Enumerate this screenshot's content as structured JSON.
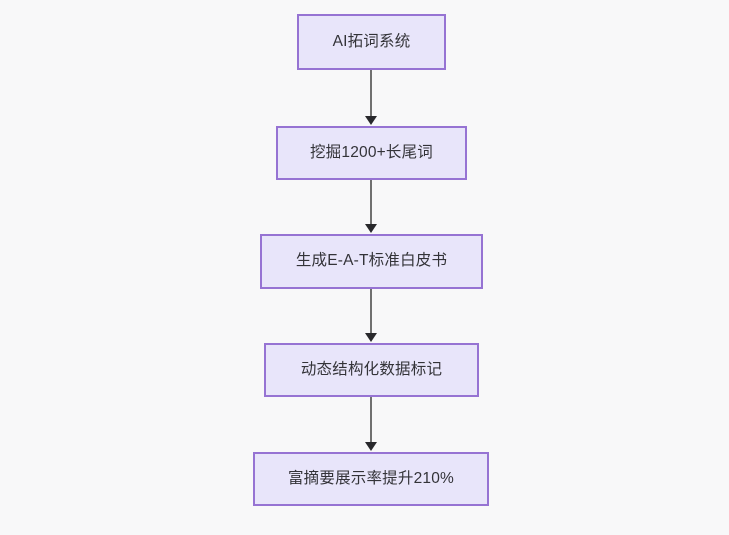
{
  "diagram": {
    "type": "flowchart",
    "orientation": "top-to-bottom",
    "background_color": "#f8f8f9",
    "node_fill_color": "#e8e5fa",
    "node_border_color": "#9673d3",
    "node_text_color": "#333338",
    "edge_color": "#707070",
    "arrowhead_color": "#28282c",
    "nodes": [
      {
        "id": "n1",
        "label": "AI拓词系统"
      },
      {
        "id": "n2",
        "label": "挖掘1200+长尾词"
      },
      {
        "id": "n3",
        "label": "生成E-A-T标准白皮书"
      },
      {
        "id": "n4",
        "label": "动态结构化数据标记"
      },
      {
        "id": "n5",
        "label": "富摘要展示率提升210%"
      }
    ],
    "edges": [
      {
        "from": "n1",
        "to": "n2",
        "label": ""
      },
      {
        "from": "n2",
        "to": "n3",
        "label": ""
      },
      {
        "from": "n3",
        "to": "n4",
        "label": ""
      },
      {
        "from": "n4",
        "to": "n5",
        "label": ""
      }
    ]
  }
}
